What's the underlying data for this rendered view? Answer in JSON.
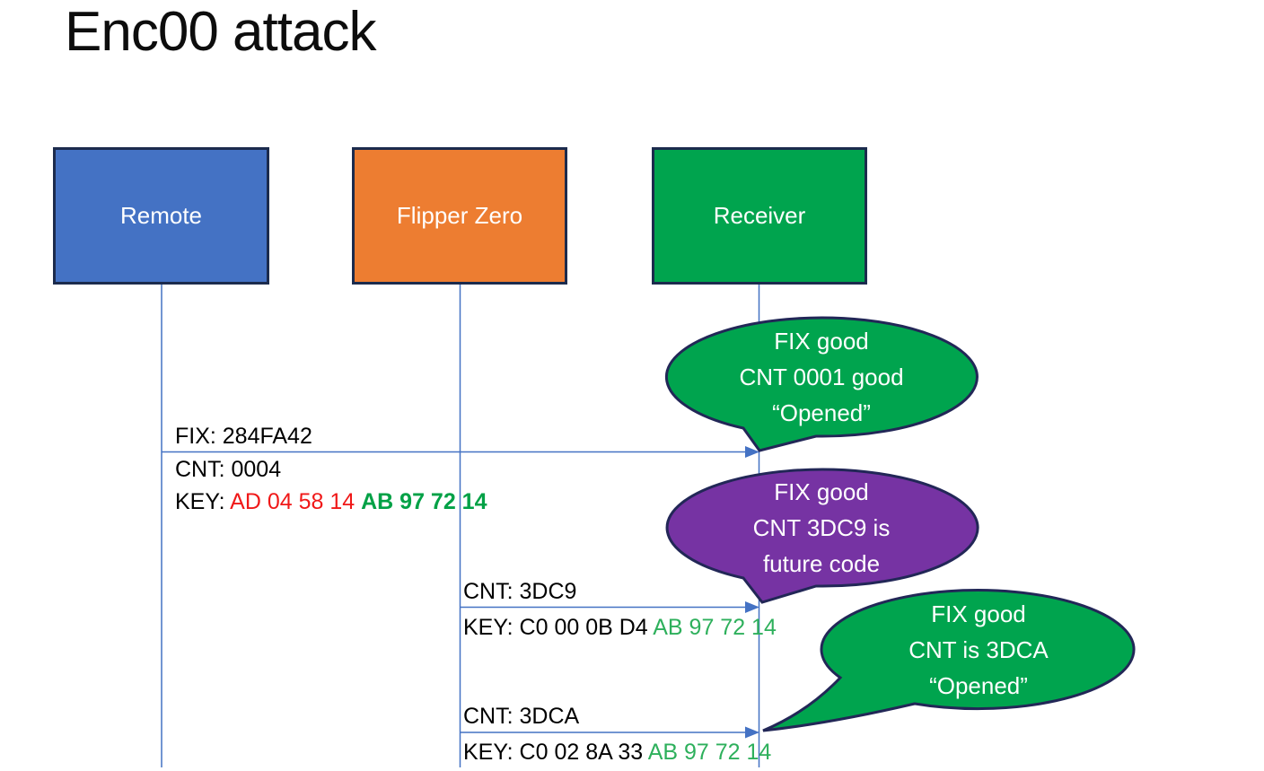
{
  "diagram": {
    "title": "Enc00 attack",
    "actors": {
      "remote": {
        "label": "Remote",
        "fill": "#4472C4"
      },
      "flipper": {
        "label": "Flipper Zero",
        "fill": "#ED7D31"
      },
      "receiver": {
        "label": "Receiver",
        "fill": "#00A44E"
      }
    },
    "messages": {
      "m1": {
        "from": "Remote",
        "to": "Receiver",
        "fix": "FIX: 284FA42",
        "cnt": "CNT: 0004",
        "key_black": "KEY: ",
        "key_red": "AD 04 58 14 ",
        "key_green": "AB 97 72 14"
      },
      "m2": {
        "from": "Flipper Zero",
        "to": "Receiver",
        "cnt": "CNT: 3DC9",
        "key_black": "KEY: C0 00 0B D4 ",
        "key_green": "AB 97 72 14"
      },
      "m3": {
        "from": "Flipper Zero",
        "to": "Receiver",
        "cnt": "CNT: 3DCA",
        "key_black": "KEY: C0 02 8A 33 ",
        "key_green": "AB 97 72 14"
      }
    },
    "bubbles": {
      "b1": {
        "color": "#00A44E",
        "lines": [
          "FIX good",
          "CNT 0001 good",
          "“Opened”"
        ]
      },
      "b2": {
        "color": "#7633A3",
        "lines": [
          "FIX good",
          "CNT 3DC9 is",
          "future code"
        ]
      },
      "b3": {
        "color": "#00A44E",
        "lines": [
          "FIX good",
          "CNT is 3DCA",
          "“Opened”"
        ]
      }
    },
    "colors": {
      "arrow_blue": "#4472C4",
      "box_border": "#1C2B4D",
      "bubble_border": "#222757",
      "key_red": "#F01818",
      "key_green_bold": "#00A146",
      "key_green": "#2EB05C"
    }
  }
}
